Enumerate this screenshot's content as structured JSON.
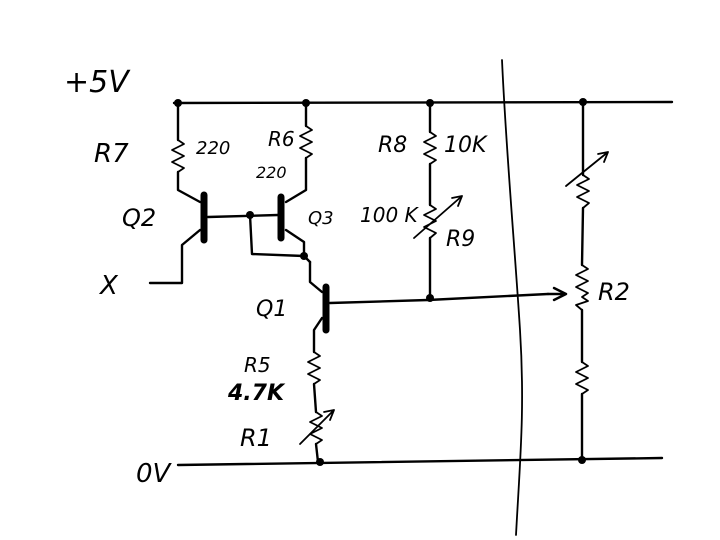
{
  "rails": {
    "supply": "+5V",
    "ground": "0V"
  },
  "input": {
    "label": "X"
  },
  "resistors": {
    "r7": {
      "name": "R7",
      "value": "220"
    },
    "r6": {
      "name": "R6",
      "value": "220"
    },
    "r8": {
      "name": "R8",
      "value": "10K"
    },
    "r9": {
      "name": "R9",
      "value": "100 K"
    },
    "r5": {
      "name": "R5",
      "value": "4.7K"
    },
    "r1": {
      "name": "R1"
    },
    "r2": {
      "name": "R2"
    }
  },
  "transistors": {
    "q1": {
      "name": "Q1"
    },
    "q2": {
      "name": "Q2"
    },
    "q3": {
      "name": "Q3"
    }
  }
}
